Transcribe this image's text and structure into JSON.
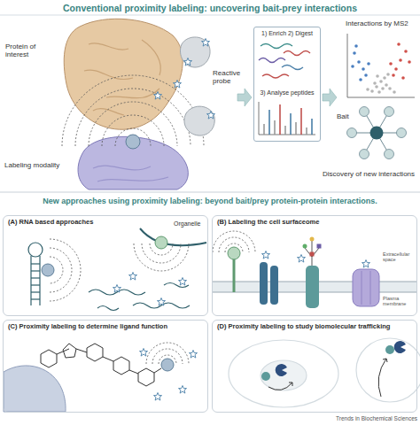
{
  "diagram": {
    "nodes": [
      {
        "text": [
          "1) Enrich 2) Digest",
          "3) Analyse peptides"
        ]
      },
      {
        "text": [
          "(A) RNA based approaches"
        ]
      },
      {
        "text": [
          "(B) Labeling the cell surfaceome"
        ]
      },
      {
        "text": [
          "(C) Proximity labeling to determine ligand function"
        ]
      },
      {
        "text": [
          "(D) Proximity labeling to study biomolecular trafficking"
        ]
      }
    ],
    "labels": [
      "Conventional proximity labeling: uncovering bait-prey interactions",
      "Protein of interest",
      "Labeling modality",
      "Reactive probe",
      "Interactions by MS2",
      "Bait",
      "Discovery of new interactions",
      "New approaches using proximity labeling: beyond bait/prey protein-protein interactions.",
      "Organelle",
      "Extracellular space",
      "Plasma membrane",
      "Trends in Biochemical Sciences"
    ]
  }
}
